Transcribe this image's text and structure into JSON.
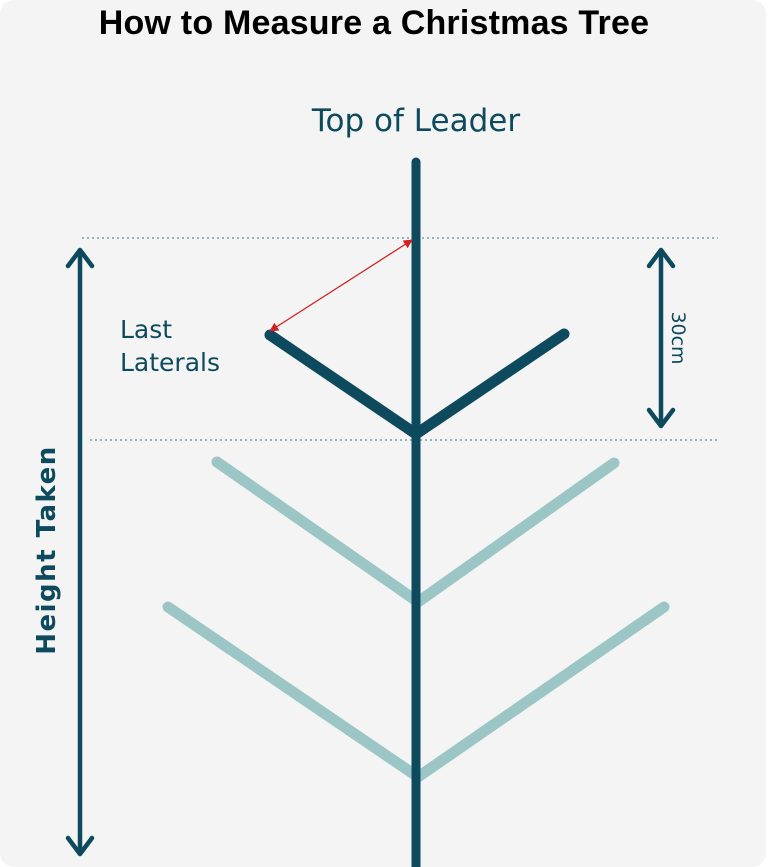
{
  "title": "How to Measure a Christmas Tree",
  "labels": {
    "top_of_leader": "Top of Leader",
    "last_laterals_line1": "Last",
    "last_laterals_line2": "Laterals",
    "measurement": "30cm",
    "height_taken": "Height Taken"
  },
  "colors": {
    "dark_teal": "#0d4a5e",
    "light_teal": "#9cc5c6",
    "panel_bg": "#f4f4f4",
    "dotted_line": "#8fb5bf",
    "red_arrow": "#d42020"
  }
}
